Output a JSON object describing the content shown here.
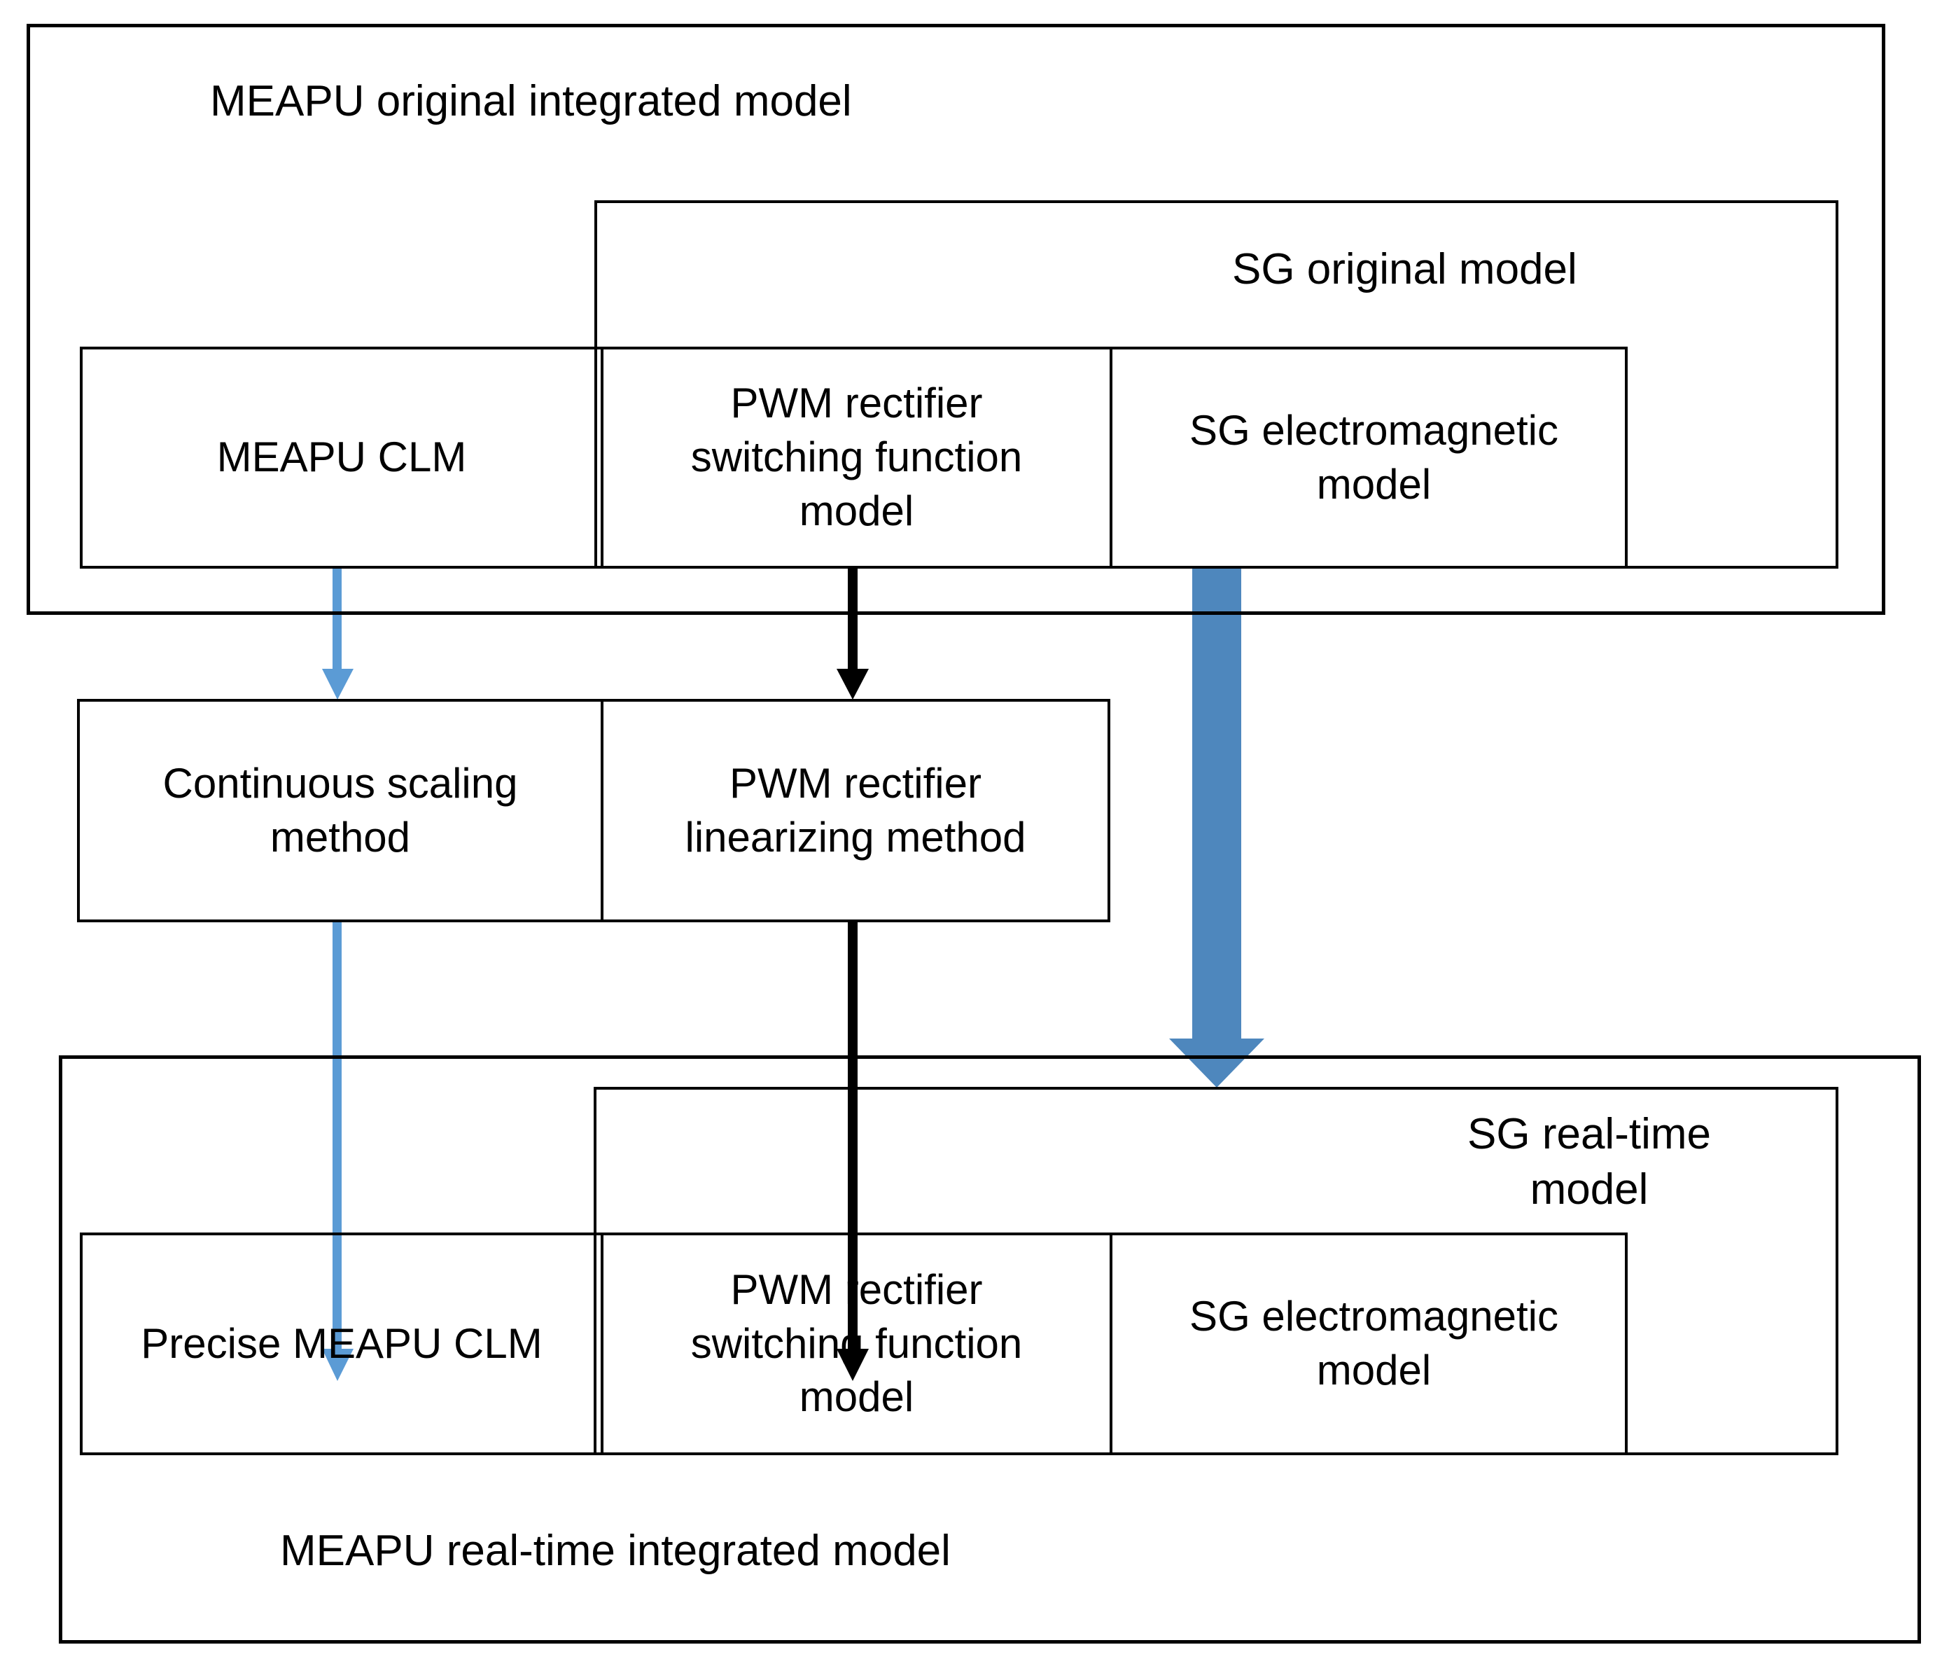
{
  "diagram": {
    "type": "block-diagram",
    "title_top": "MEAPU original integrated model",
    "title_bottom": "MEAPU real-time integrated model",
    "colors": {
      "stroke": "#000000",
      "background": "#FFFFFF",
      "arrow_light_blue": "#5B9BD5",
      "arrow_dark_blue": "#4E87BD",
      "arrow_black": "#000000"
    }
  },
  "top_group": {
    "label": "MEAPU original integrated model",
    "sub_group_label": "SG original model",
    "cells": [
      {
        "label": "MEAPU CLM"
      },
      {
        "label": "PWM rectifier\nswitching function\nmodel"
      },
      {
        "label": "SG electromagnetic\nmodel"
      }
    ]
  },
  "middle_group": {
    "cells": [
      {
        "label": "Continuous scaling\nmethod"
      },
      {
        "label": "PWM rectifier\nlinearizing method"
      }
    ]
  },
  "bottom_group": {
    "label": "MEAPU real-time integrated model",
    "sub_group_label": "SG real-time\nmodel",
    "cells": [
      {
        "label": "Precise MEAPU CLM"
      },
      {
        "label": "PWM rectifier\nswitching function\nmodel"
      },
      {
        "label": "SG electromagnetic\nmodel"
      }
    ]
  },
  "connectors": [
    {
      "name": "meapu-clm-to-continuous-scaling",
      "color": "#5B9BD5",
      "style": "thin-arrow"
    },
    {
      "name": "pwm-switching-to-pwm-linearizing",
      "color": "#000000",
      "style": "thin-arrow"
    },
    {
      "name": "sg-electromagnetic-to-sg-real-time",
      "color": "#4E87BD",
      "style": "thick-block-arrow"
    },
    {
      "name": "continuous-scaling-to-precise-meapu-clm",
      "color": "#5B9BD5",
      "style": "thin-arrow"
    },
    {
      "name": "pwm-linearizing-to-pwm-switching",
      "color": "#000000",
      "style": "thin-arrow"
    }
  ]
}
